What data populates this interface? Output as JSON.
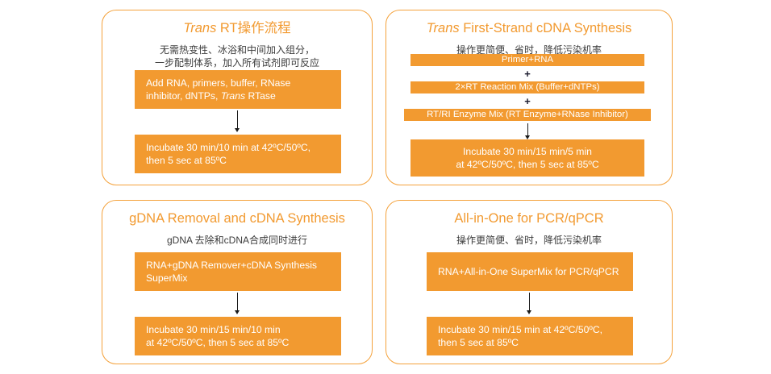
{
  "page": {
    "background_color": "#ffffff",
    "accent_color": "#F29A30",
    "border_color": "#F4A23C",
    "text_color": "#333333",
    "box_text_color": "#ffffff"
  },
  "panels": [
    {
      "id": "trans-rt-workflow",
      "title_italic": "Trans",
      "title_rest": " RT操作流程",
      "subtitle_line1": "无需热变性、冰浴和中间加入组分，",
      "subtitle_line2": "一步配制体系，加入所有试剂即可反应",
      "step1_line1": "Add RNA, primers, buffer, RNase",
      "step1_line2_pre": "inhibitor, dNTPs, ",
      "step1_line2_ital": "Trans",
      "step1_line2_post": " RTase",
      "step2_line1": "Incubate 30 min/10 min at 42ºC/50ºC,",
      "step2_line2": "then 5 sec at 85ºC"
    },
    {
      "id": "trans-first-strand-cdna-synthesis",
      "title_italic": "Trans",
      "title_rest": " First-Strand cDNA Synthesis",
      "subtitle_line1": "操作更简便、省时，降低污染机率",
      "bar1": "Primer+RNA",
      "plus1": "+",
      "bar2": "2×RT Reaction Mix (Buffer+dNTPs)",
      "plus2": "+",
      "bar3": "RT/RI Enzyme Mix (RT Enzyme+RNase Inhibitor)",
      "step2_line1": "Incubate 30 min/15 min/5 min",
      "step2_line2": "at 42ºC/50ºC, then 5 sec at 85ºC"
    },
    {
      "id": "gdna-removal-and-cdna-synthesis",
      "title_italic": "",
      "title_rest": "gDNA Removal and cDNA Synthesis",
      "subtitle_line1": "gDNA 去除和cDNA合成同时进行",
      "step1_line1": "RNA+gDNA Remover+cDNA Synthesis",
      "step1_line2": "SuperMix",
      "step2_line1": "Incubate 30 min/15 min/10 min",
      "step2_line2": "at 42ºC/50ºC, then 5 sec at 85ºC"
    },
    {
      "id": "all-in-one-for-pcr-qpcr",
      "title_italic": "",
      "title_rest": "All-in-One for PCR/qPCR",
      "subtitle_line1": "操作更简便、省时，降低污染机率",
      "step1_line1": "RNA+All-in-One SuperMix for PCR/qPCR",
      "step2_line1": "Incubate 30 min/15 min at 42ºC/50ºC,",
      "step2_line2": "then 5 sec at 85ºC"
    }
  ]
}
